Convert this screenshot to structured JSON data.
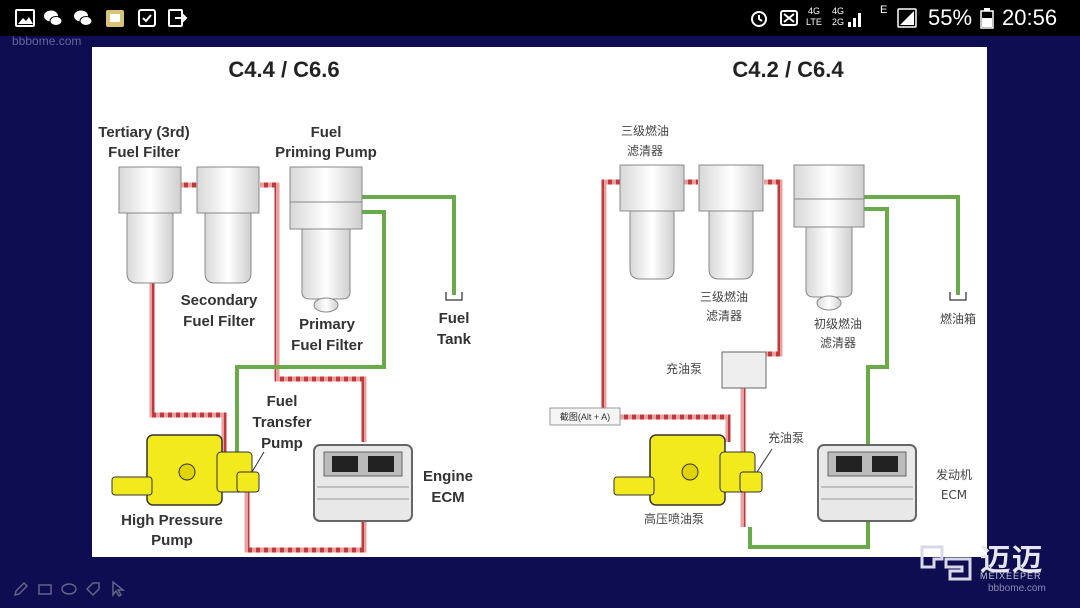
{
  "status_bar": {
    "network_top": "4G",
    "network_bottom": "LTE",
    "network2_top": "4G",
    "network2_bottom": "2G",
    "roaming": "E",
    "battery": "55%",
    "time": "20:56"
  },
  "watermark_top": "bbbome.com",
  "diagram_left": {
    "title": "C4.4 / C6.6",
    "tertiary_filter_line1": "Tertiary (3rd)",
    "tertiary_filter_line2": "Fuel Filter",
    "priming_pump_line1": "Fuel",
    "priming_pump_line2": "Priming Pump",
    "secondary_filter_line1": "Secondary",
    "secondary_filter_line2": "Fuel Filter",
    "primary_filter_line1": "Primary",
    "primary_filter_line2": "Fuel Filter",
    "tank_line1": "Fuel",
    "tank_line2": "Tank",
    "transfer_pump_line1": "Fuel",
    "transfer_pump_line2": "Transfer",
    "transfer_pump_line3": "Pump",
    "ecm_line1": "Engine",
    "ecm_line2": "ECM",
    "hp_pump_line1": "High Pressure",
    "hp_pump_line2": "Pump"
  },
  "diagram_right": {
    "title": "C4.2 / C6.4",
    "tertiary_filter_line1": "三级燃油",
    "tertiary_filter_line2": "滤清器",
    "secondary_filter_line1": "三级燃油",
    "secondary_filter_line2": "滤清器",
    "primary_filter_line1": "初级燃油",
    "primary_filter_line2": "滤清器",
    "tank": "燃油箱",
    "fill_pump": "充油泵",
    "transfer_pump": "充油泵",
    "ecm_line1": "发动机",
    "ecm_line2": "ECM",
    "hp_pump": "高压喷油泵",
    "tooltip": "截图(Alt + A)"
  },
  "logo": {
    "text": "迈迈",
    "sub": "MEIXEEPER",
    "url": "bbbome.com"
  },
  "colors": {
    "high_pressure_line": "#c0393b",
    "low_pressure_line": "#6aaa4a",
    "pump_yellow": "#f2ea1c",
    "slide_background": "#0e0d52"
  },
  "icons": [
    "image-icon",
    "wechat-icon",
    "wechat-icon",
    "app-icon",
    "checkbox-icon",
    "exit-icon",
    "alarm-icon",
    "blocked-icon",
    "signal-icon",
    "battery-icon",
    "pen-icon",
    "eraser-icon",
    "shape-icon",
    "tag-icon",
    "pointer-icon"
  ]
}
